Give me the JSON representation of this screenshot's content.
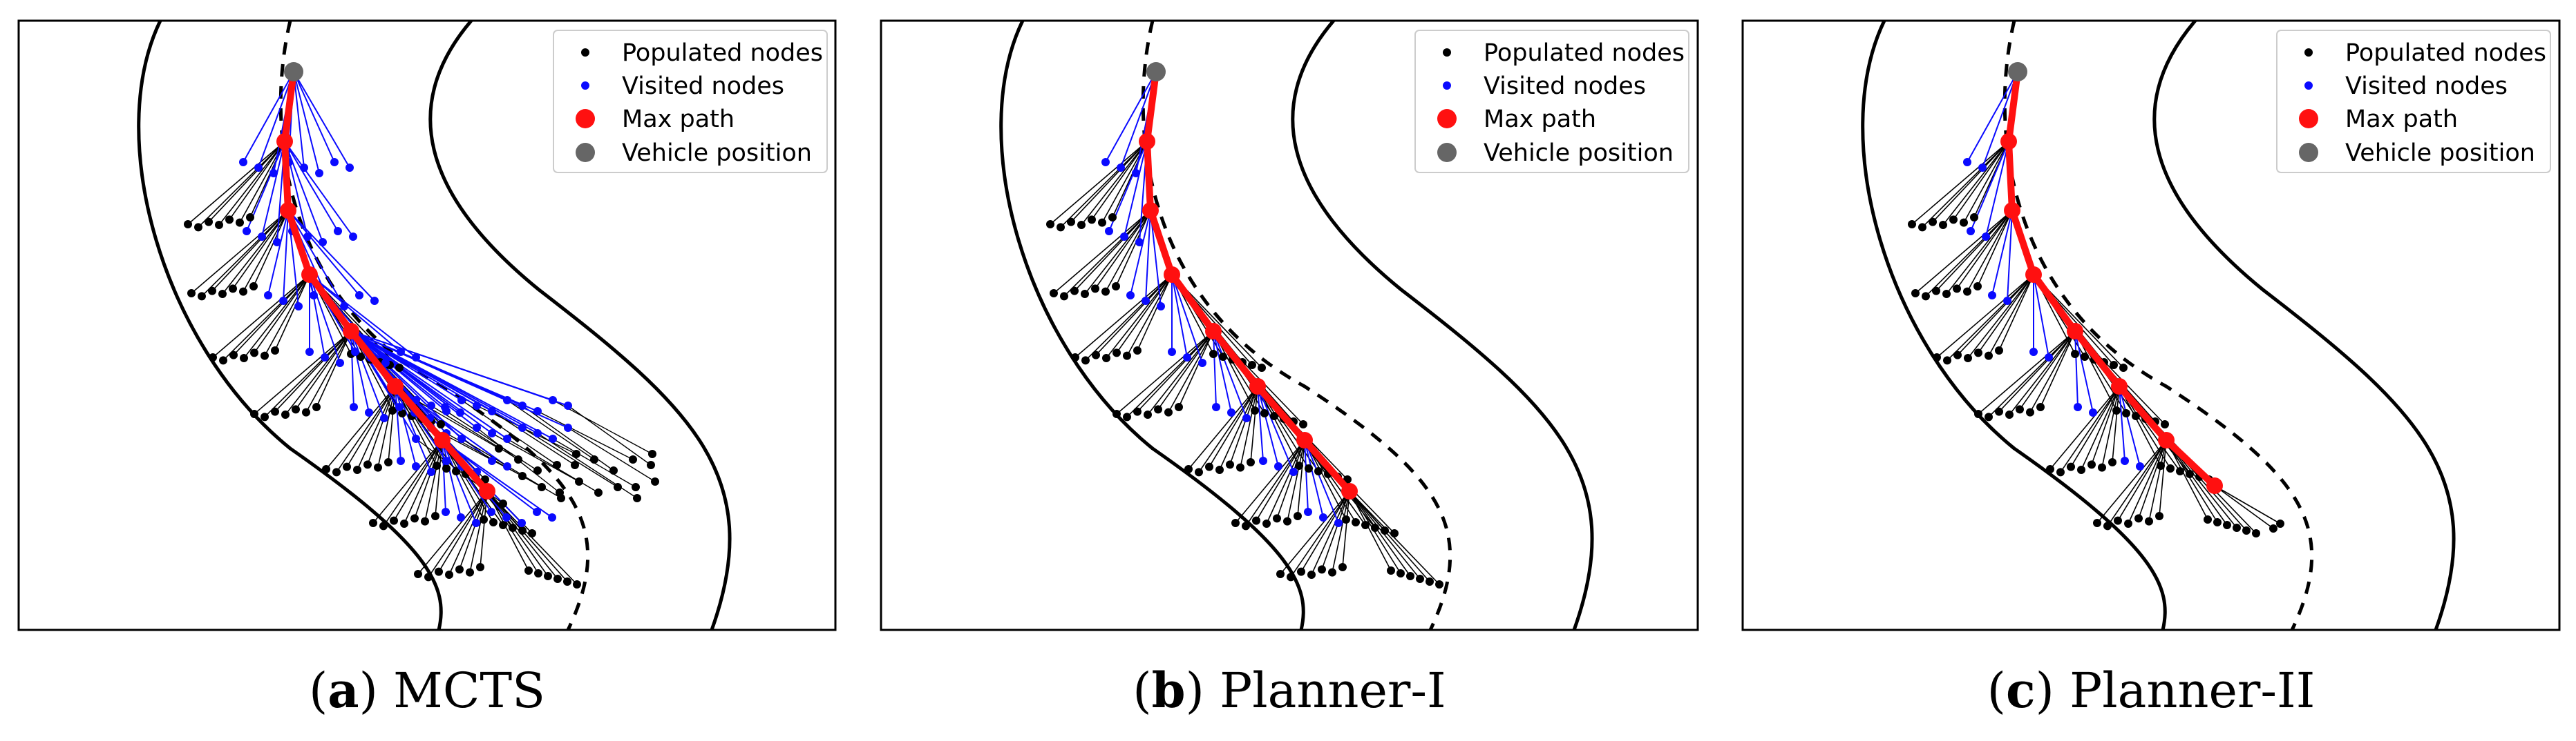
{
  "legend": {
    "populated": "Populated nodes",
    "visited": "Visited nodes",
    "max_path": "Max path",
    "vehicle": "Vehicle position"
  },
  "colors": {
    "populated": "#000000",
    "visited": "#0a0aff",
    "max_path": "#ff1010",
    "vehicle": "#666666",
    "road": "#000000"
  },
  "panels": [
    {
      "id": "a",
      "letter": "a",
      "caption": ") MCTS"
    },
    {
      "id": "b",
      "letter": "b",
      "caption": ") Planner-I"
    },
    {
      "id": "c",
      "letter": "c",
      "caption": ") Planner-II"
    }
  ]
}
